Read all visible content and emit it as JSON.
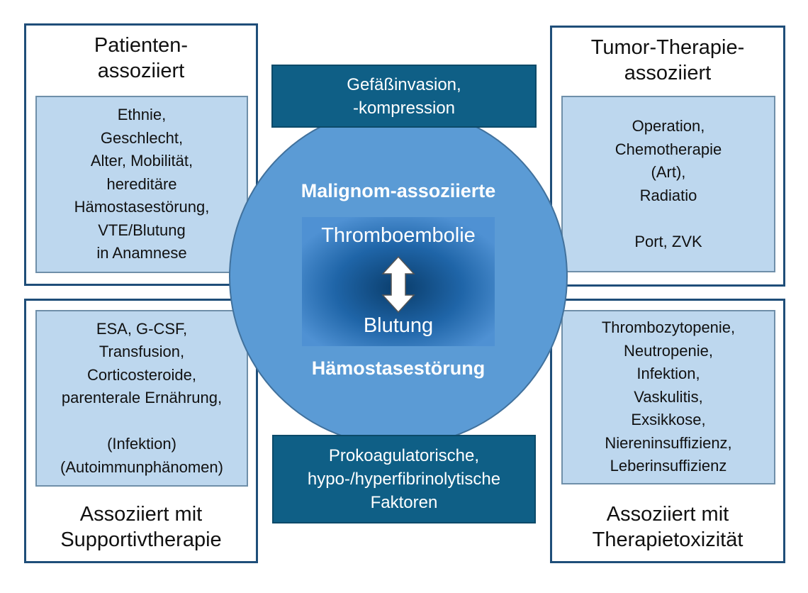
{
  "quadrants": {
    "top_left": {
      "title": "Patienten-\nassoziiert",
      "items": "Ethnie,\nGeschlecht,\nAlter, Mobilität,\nhereditäre\nHämostasestörung,\nVTE/Blutung\nin Anamnese"
    },
    "top_right": {
      "title": "Tumor-Therapie-\nassoziiert",
      "items": "Operation,\nChemotherapie\n(Art),\nRadiatio\n\nPort, ZVK"
    },
    "bottom_left": {
      "title": "Assoziiert mit\nSupportivtherapie",
      "items": "ESA, G-CSF,\nTransfusion,\nCorticosteroide,\nparenterale Ernährung,\n\n(Infektion)\n(Autoimmunphänomen)"
    },
    "bottom_right": {
      "title": "Assoziiert mit\nTherapietoxizität",
      "items": "Thrombozytopenie,\nNeutropenie,\nInfektion,\nVaskulitis,\nExsikkose,\nNiereninsuffizienz,\nLeberinsuffizienz"
    }
  },
  "center": {
    "circle_top": "Malignom-assoziierte",
    "circle_bottom": "Hämostasestörung",
    "inner_top": "Thromboembolie",
    "inner_bottom": "Blutung"
  },
  "boxes": {
    "top": "Gefäßinvasion,\n-kompression",
    "bottom": "Prokoagulatorische,\nhypo-/hyperfibrinolytische\nFaktoren"
  },
  "colors": {
    "frame_border": "#1f4e79",
    "inner_fill": "#bdd7ee",
    "circle_fill": "#5b9bd5",
    "dark_box": "#0f5f86"
  }
}
